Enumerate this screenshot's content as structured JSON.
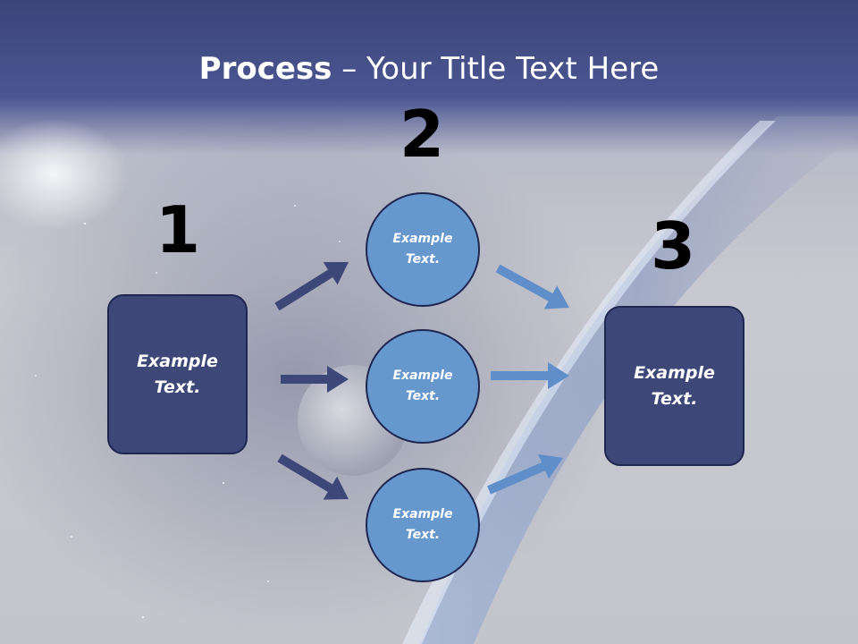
{
  "title": {
    "bold": "Process",
    "separator": " – ",
    "rest": "Your Title Text Here"
  },
  "steps": [
    {
      "number": "1",
      "text_line1": "Example",
      "text_line2": "Text."
    },
    {
      "number": "2",
      "items": [
        {
          "text_line1": "Example",
          "text_line2": "Text."
        },
        {
          "text_line1": "Example",
          "text_line2": "Text."
        },
        {
          "text_line1": "Example",
          "text_line2": "Text."
        }
      ]
    },
    {
      "number": "3",
      "text_line1": "Example",
      "text_line2": "Text."
    }
  ],
  "colors": {
    "box_fill": "#3d4778",
    "circle_fill": "#6697cd",
    "dark_arrow": "#3d4778",
    "light_arrow": "#5f8ec9",
    "title_band": "#4b5591"
  }
}
